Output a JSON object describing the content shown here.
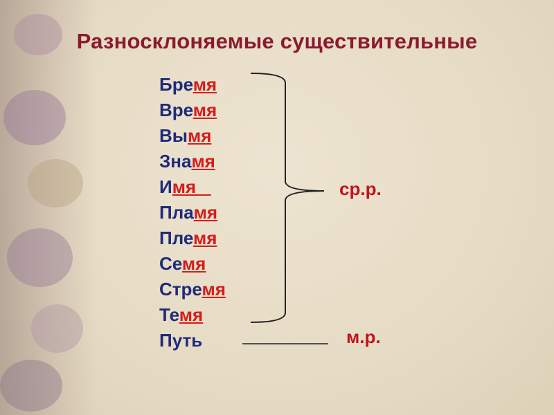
{
  "title": "Разносклоняемые существительные",
  "words": [
    {
      "stem": "Бре",
      "suffix": "мя"
    },
    {
      "stem": "Вре",
      "suffix": "мя"
    },
    {
      "stem": "Вы",
      "suffix": "мя"
    },
    {
      "stem": "Зна",
      "suffix": "мя"
    },
    {
      "stem": "И",
      "suffix": "мя   "
    },
    {
      "stem": "Пла",
      "suffix": "мя"
    },
    {
      "stem": "Пле",
      "suffix": "мя"
    },
    {
      "stem": "Се",
      "suffix": "мя"
    },
    {
      "stem": "Стре",
      "suffix": "мя"
    },
    {
      "stem": "Те",
      "suffix": "мя"
    },
    {
      "stem": "Путь",
      "suffix": ""
    }
  ],
  "neuter_label": "ср.р.",
  "masculine_label": "м.р.",
  "colors": {
    "title": "#8b1a2e",
    "stem": "#1f2a7a",
    "suffix": "#d61c1c",
    "gender": "#c0141c"
  }
}
